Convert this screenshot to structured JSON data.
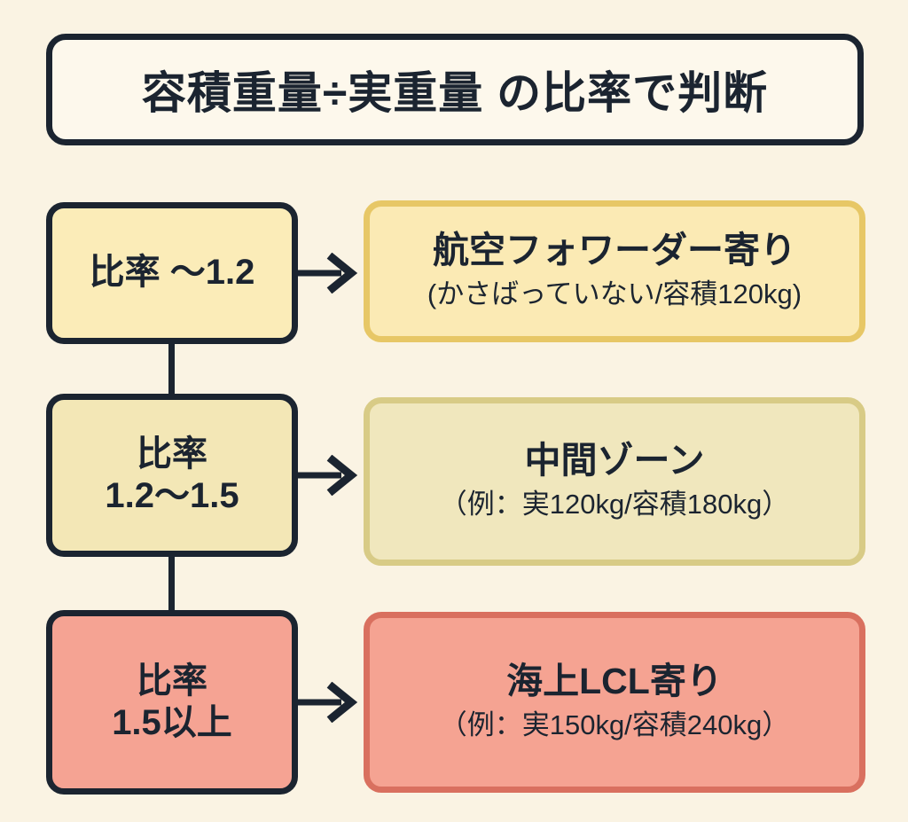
{
  "background_color": "#faf3e3",
  "title": {
    "text": "容積重量÷実重量 の比率で判断"
  },
  "rows": [
    {
      "condition": {
        "line1": "比率 ～1.2",
        "line2": "",
        "fill_color": "#fbecb8",
        "border_color": "#1b2430"
      },
      "result": {
        "title": "航空フォワーダー寄り",
        "subtitle": "(かさばっていない/容積120kg)",
        "fill_color": "#fbeab4",
        "border_color": "#e7c766"
      },
      "arrow": "arrow-right-icon"
    },
    {
      "condition": {
        "line1": "比率",
        "line2": "1.2～1.5",
        "fill_color": "#f3e7b6",
        "border_color": "#1b2430"
      },
      "result": {
        "title": "中間ゾーン",
        "subtitle": "（例：実120kg/容積180kg）",
        "fill_color": "#f0e7bd",
        "border_color": "#d8cb86"
      },
      "arrow": "arrow-right-icon"
    },
    {
      "condition": {
        "line1": "比率",
        "line2": "1.5以上",
        "fill_color": "#f5a393",
        "border_color": "#1b2430"
      },
      "result": {
        "title": "海上LCL寄り",
        "subtitle": "（例：実150kg/容積240kg）",
        "fill_color": "#f5a392",
        "border_color": "#d9705f"
      },
      "arrow": "arrow-right-icon"
    }
  ]
}
